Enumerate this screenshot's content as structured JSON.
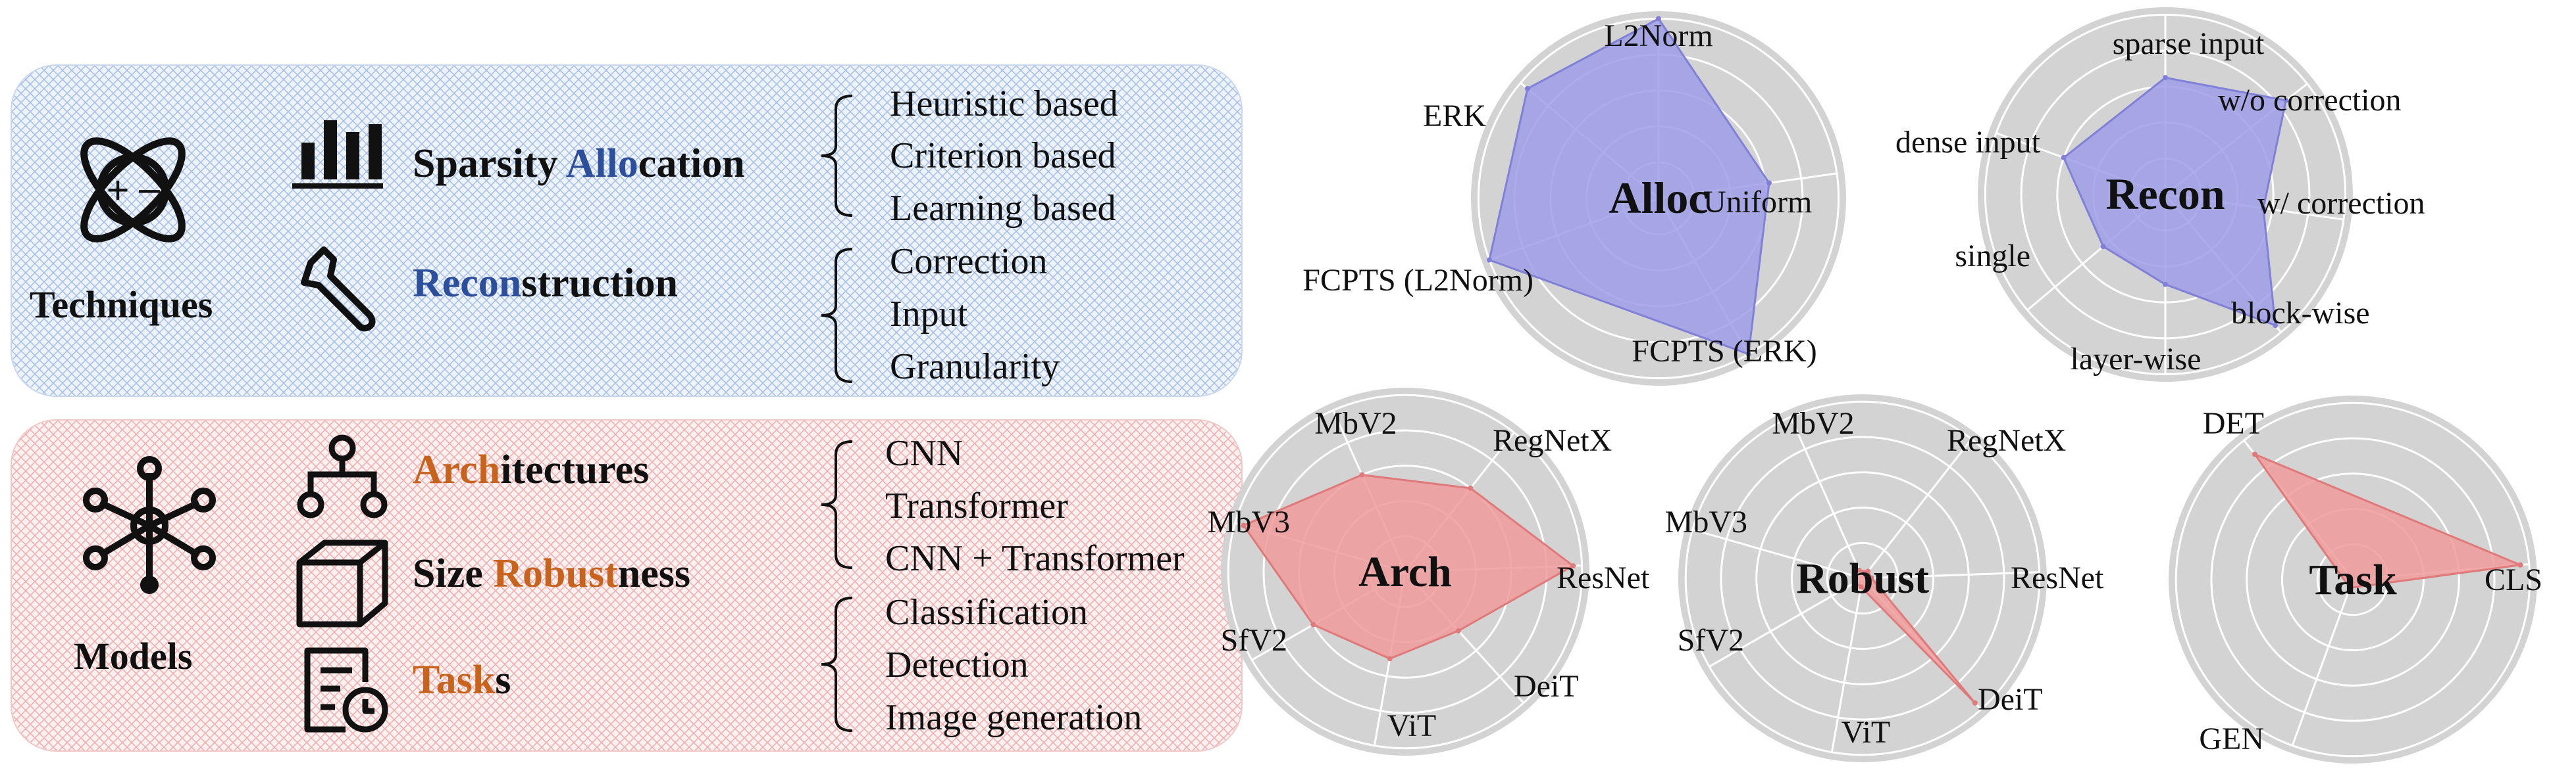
{
  "techniques": {
    "group_label": "Techniques",
    "sparsity": {
      "highlight": "Allo",
      "highlight2": "cation",
      "prefix": "Sparsity ",
      "items": [
        "Heuristic based",
        "Criterion based",
        "Learning based"
      ]
    },
    "recon": {
      "highlight": "Recon",
      "rest": "struction",
      "items": [
        "Correction",
        "Input",
        "Granularity"
      ]
    }
  },
  "models": {
    "group_label": "Models",
    "arch": {
      "highlight": "Arch",
      "rest": "itectures"
    },
    "size": {
      "prefix": "Size ",
      "highlight": "Robust",
      "rest": "ness"
    },
    "tasks": {
      "highlight": "Task",
      "rest": "s"
    },
    "arch_items": [
      "CNN",
      "Transformer",
      "CNN + Transformer"
    ],
    "task_items": [
      "Classification",
      "Detection",
      "Image generation"
    ]
  },
  "colors": {
    "blue_fill": "#9d9de8",
    "red_fill": "#ef9a9a",
    "ring": "#d3d3d3",
    "blue_text": "#2d4e9a",
    "orange_text": "#c8631e"
  },
  "chart_data": [
    {
      "type": "radar",
      "title": "Alloc",
      "axes": [
        "L2Norm",
        "Uniform",
        "FCPTS (ERK)",
        "FCPTS (L2Norm)",
        "ERK"
      ],
      "values": [
        1.0,
        0.62,
        1.0,
        1.0,
        0.95
      ],
      "rings": 5
    },
    {
      "type": "radar",
      "title": "Recon",
      "axes": [
        "sparse input",
        "w/o correction",
        "w/ correction",
        "block-wise",
        "layer-wise",
        "single",
        "dense input"
      ],
      "values": [
        0.65,
        0.85,
        0.55,
        0.95,
        0.5,
        0.45,
        0.6
      ],
      "rings": 5
    },
    {
      "type": "radar",
      "title": "Arch",
      "axes": [
        "RegNetX",
        "ResNet",
        "DeiT",
        "ViT",
        "SfV2",
        "MbV3",
        "MbV2"
      ],
      "values": [
        0.6,
        0.95,
        0.45,
        0.5,
        0.6,
        0.95,
        0.6
      ],
      "rings": 5
    },
    {
      "type": "radar",
      "title": "Robust",
      "axes": [
        "RegNetX",
        "ResNet",
        "DeiT",
        "ViT",
        "SfV2",
        "MbV3",
        "MbV2"
      ],
      "values": [
        0.05,
        0.05,
        0.95,
        0.05,
        0.05,
        0.05,
        0.05
      ],
      "rings": 5
    },
    {
      "type": "radar",
      "title": "Task",
      "axes": [
        "CLS",
        "GEN",
        "DET"
      ],
      "values": [
        0.95,
        0.05,
        0.9
      ],
      "rings": 5
    }
  ]
}
